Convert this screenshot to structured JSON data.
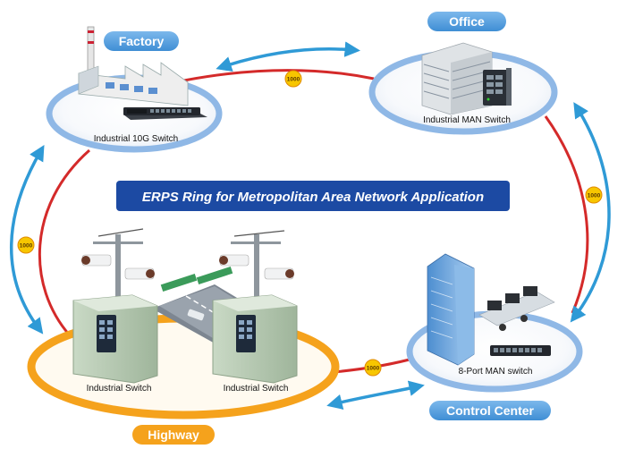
{
  "title": "ERPS Ring for Metropolitan Area Network Application",
  "sites": {
    "factory": {
      "label": "Factory",
      "device": "Industrial 10G Switch"
    },
    "office": {
      "label": "Office",
      "device": "Industrial MAN Switch"
    },
    "control_center": {
      "label": "Control Center",
      "device": "8-Port MAN switch"
    },
    "highway": {
      "label": "Highway",
      "device_left": "Industrial Switch",
      "device_right": "Industrial Switch"
    }
  },
  "links": {
    "top": "1000",
    "right": "1000",
    "left": "1000",
    "bottom": "1000"
  },
  "colors": {
    "ring": "#d42a2a",
    "arrow": "#2f9ad6",
    "pill": "#5aa2de",
    "title_bg": "#1c4aa3",
    "highway_ring": "#f5a21c",
    "node_ring": "#8fb8e6",
    "badge": "#f7c600"
  }
}
